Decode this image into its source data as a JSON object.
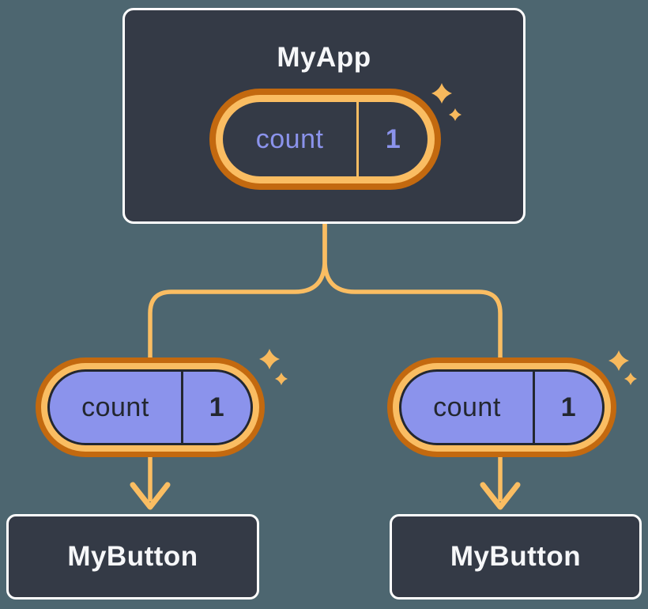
{
  "diagram": {
    "root": {
      "title": "MyApp",
      "state": {
        "name": "count",
        "value": "1"
      }
    },
    "children": [
      {
        "title": "MyButton",
        "prop": {
          "name": "count",
          "value": "1"
        }
      },
      {
        "title": "MyButton",
        "prop": {
          "name": "count",
          "value": "1"
        }
      }
    ]
  },
  "colors": {
    "background": "#4D6670",
    "card_fill": "#343A46",
    "card_border": "#FFFFFF",
    "pill_ring_outer": "#C3690F",
    "pill_ring_inner": "#FABD62",
    "connector": "#FABD62",
    "sparkle": "#F7B95D",
    "state_text": "#8B93EC",
    "prop_fill": "#8B93EC",
    "prop_text": "#23272F",
    "title_text": "#F6F7F9"
  }
}
